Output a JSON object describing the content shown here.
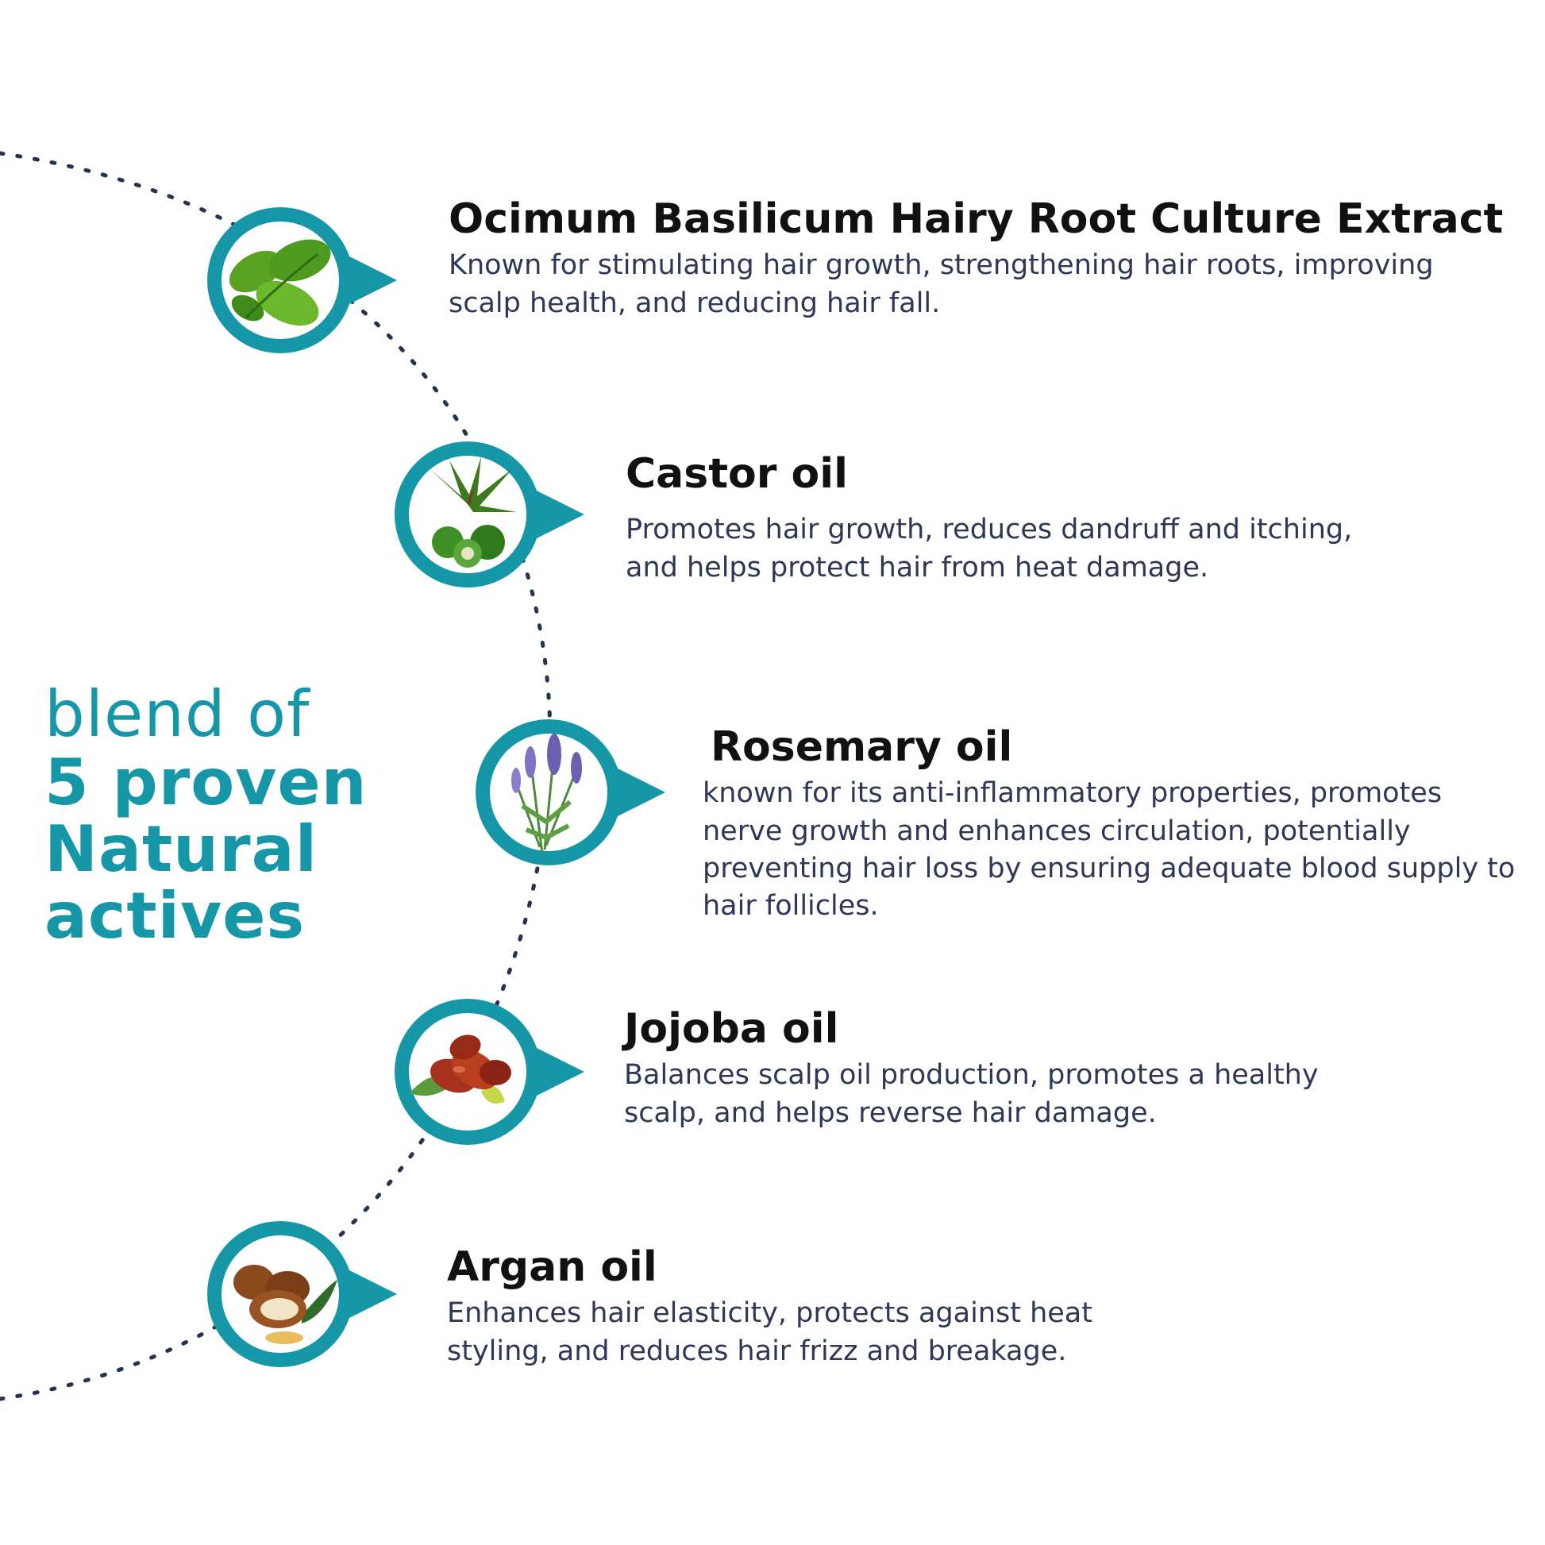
{
  "headline": {
    "line1": "blend of",
    "line2": "5 proven",
    "line3": "Natural",
    "line4": "actives",
    "color": "#1697a8"
  },
  "accent_color": "#1697a8",
  "items": [
    {
      "title": "Ocimum Basilicum Hairy Root Culture Extract",
      "description": "Known for stimulating hair growth, strengthening hair roots, improving scalp health, and reducing hair fall.",
      "icon": "basil-leaf-icon"
    },
    {
      "title": "Castor oil",
      "description": "Promotes hair growth, reduces dandruff and itching, and helps protect hair from heat damage.",
      "icon": "castor-plant-icon"
    },
    {
      "title": "Rosemary oil",
      "description": "known for its anti-inflammatory properties, promotes nerve growth and enhances circulation, potentially preventing hair loss by ensuring adequate blood supply to hair follicles.",
      "icon": "rosemary-sprig-icon"
    },
    {
      "title": "Jojoba oil",
      "description": "Balances scalp oil production, promotes a healthy scalp, and helps reverse hair damage.",
      "icon": "jojoba-seeds-icon"
    },
    {
      "title": "Argan oil",
      "description": "Enhances hair elasticity, protects against heat styling, and reduces hair frizz and breakage.",
      "icon": "argan-nuts-icon"
    }
  ]
}
